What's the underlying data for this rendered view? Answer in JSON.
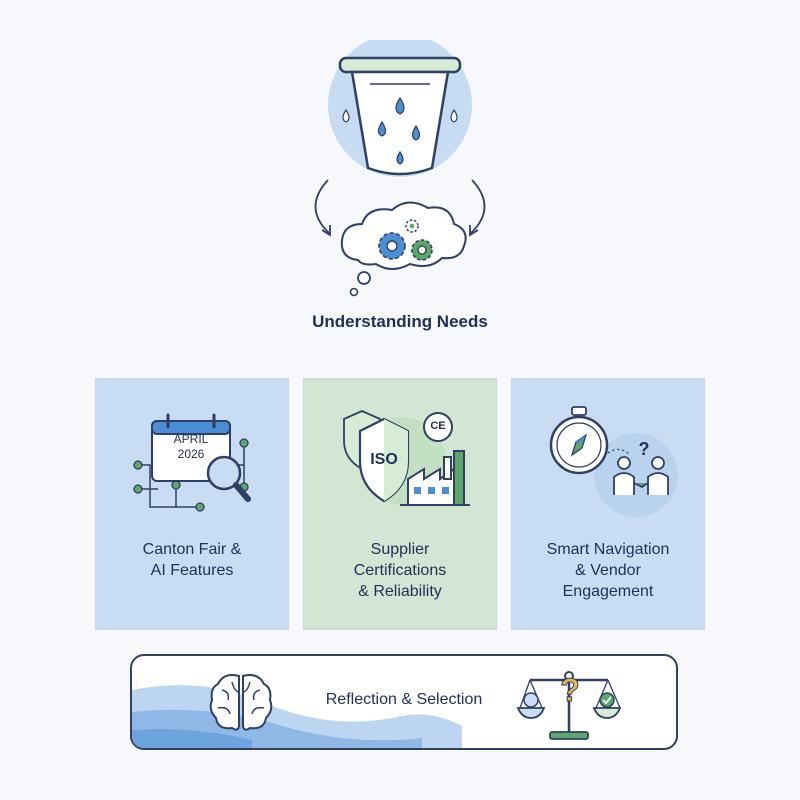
{
  "top": {
    "title": "Understanding Needs",
    "icons": [
      "water-filter-icon",
      "thought-cloud-gears-icon",
      "curved-arrow-icon"
    ]
  },
  "cards": [
    {
      "label": "Canton Fair &\nAI Features",
      "calendar_line1": "APRIL",
      "calendar_line2": "2026",
      "icon": "calendar-search-network-icon",
      "bg": "#c8dcf3"
    },
    {
      "label": "Supplier\nCertifications\n& Reliability",
      "shield_text": "ISO",
      "badge_text": "CE",
      "icon": "shield-factory-icon",
      "bg": "#d3e6d3"
    },
    {
      "label": "Smart Navigation\n& Vendor\nEngagement",
      "question_mark": "?",
      "icon": "compass-handshake-icon",
      "bg": "#c8dcf3"
    }
  ],
  "bottom": {
    "label": "Reflection & Selection",
    "question_mark": "?",
    "icons": [
      "brain-icon",
      "balance-scale-icon"
    ]
  },
  "colors": {
    "navy": "#1f2f5a",
    "blue": "#4a8ed6",
    "light_blue": "#c8dcf3",
    "green": "#5aa86a",
    "light_green": "#d3e6d3"
  }
}
